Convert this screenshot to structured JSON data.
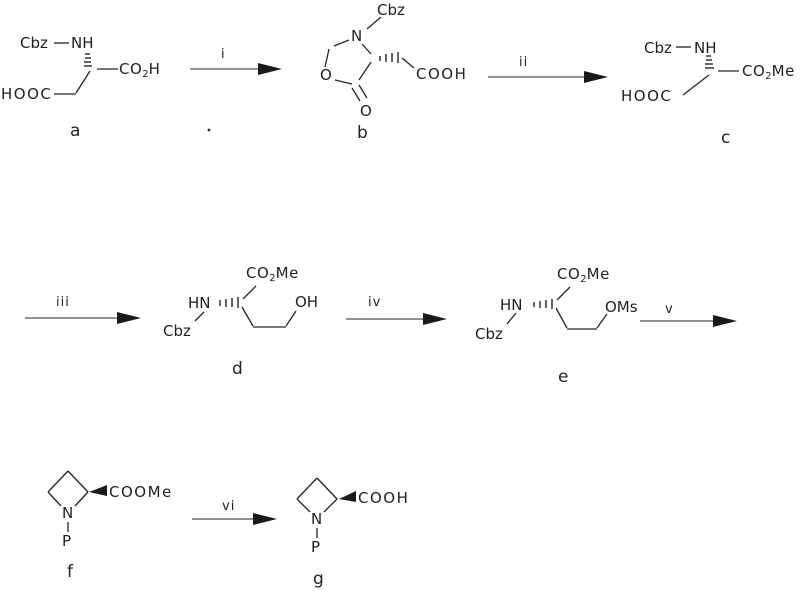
{
  "scheme": {
    "ink_color": "#1f1f1f",
    "background": "#ffffff",
    "compounds": {
      "a": {
        "label": "a",
        "cbz": "Cbz",
        "nh": "NH",
        "acid_left": "HOOC",
        "ester": {
          "pre": "CO",
          "sub": "2",
          "post": "H"
        }
      },
      "b": {
        "label": "b",
        "cbz": "Cbz",
        "ring_n": "N",
        "ring_o": "O",
        "carbonyl_o": "O",
        "acid": "COOH"
      },
      "c": {
        "label": "c",
        "cbz": "Cbz",
        "nh": "NH",
        "acid_left": "HOOC",
        "ester": {
          "pre": "CO",
          "sub": "2",
          "post": "Me"
        }
      },
      "d": {
        "label": "d",
        "hn": "HN",
        "cbz": "Cbz",
        "oh": "OH",
        "ester": {
          "pre": "CO",
          "sub": "2",
          "post": "Me"
        }
      },
      "e": {
        "label": "e",
        "hn": "HN",
        "cbz": "Cbz",
        "oms": "OMs",
        "ester": {
          "pre": "CO",
          "sub": "2",
          "post": "Me"
        }
      },
      "f": {
        "label": "f",
        "ring_n": "N",
        "n_substituent": "P",
        "ester": "COOMe"
      },
      "g": {
        "label": "g",
        "ring_n": "N",
        "n_substituent": "P",
        "acid": "COOH"
      }
    },
    "steps": [
      {
        "label": "i"
      },
      {
        "label": "ii"
      },
      {
        "label": "iii"
      },
      {
        "label": "iv"
      },
      {
        "label": "v"
      },
      {
        "label": "vi"
      }
    ]
  }
}
